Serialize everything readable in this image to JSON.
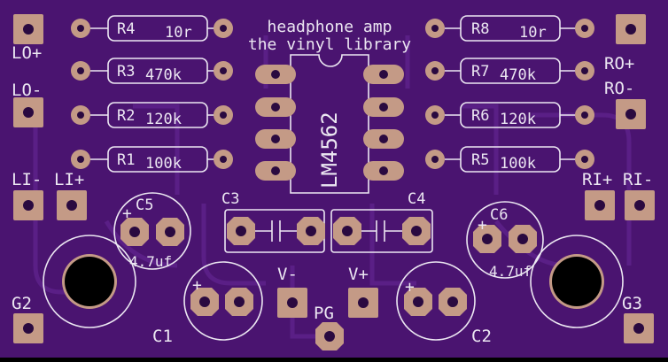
{
  "board": {
    "title_line1": "headphone amp",
    "title_line2": "the vinyl library",
    "colors": {
      "background": "#000000",
      "board": "#4a1470",
      "board_trace": "#5a1f86",
      "silk": "#ece7f2",
      "pad": "#c49a86",
      "hole": "#2a0a40"
    }
  },
  "labels": {
    "lo_plus": "LO+",
    "lo_minus": "LO-",
    "li_minus": "LI-",
    "li_plus": "LI+",
    "ro_plus": "RO+",
    "ro_minus": "RO-",
    "ri_plus": "RI+",
    "ri_minus": "RI-",
    "g2": "G2",
    "g3": "G3",
    "pg": "PG",
    "v_minus": "V-",
    "v_plus": "V+"
  },
  "resistors": {
    "r4": {
      "ref": "R4",
      "value": "10r"
    },
    "r3": {
      "ref": "R3",
      "value": "470k"
    },
    "r2": {
      "ref": "R2",
      "value": "120k"
    },
    "r1": {
      "ref": "R1",
      "value": "100k"
    },
    "r8": {
      "ref": "R8",
      "value": "10r"
    },
    "r7": {
      "ref": "R7",
      "value": "470k"
    },
    "r6": {
      "ref": "R6",
      "value": "120k"
    },
    "r5": {
      "ref": "R5",
      "value": "100k"
    }
  },
  "capacitors": {
    "c1": {
      "ref": "C1"
    },
    "c2": {
      "ref": "C2"
    },
    "c3": {
      "ref": "C3"
    },
    "c4": {
      "ref": "C4"
    },
    "c5": {
      "ref": "C5",
      "value": "4.7uf"
    },
    "c6": {
      "ref": "C6",
      "value": "4.7uf"
    },
    "polarity": "+"
  },
  "ic": {
    "ref": "LM4562"
  }
}
